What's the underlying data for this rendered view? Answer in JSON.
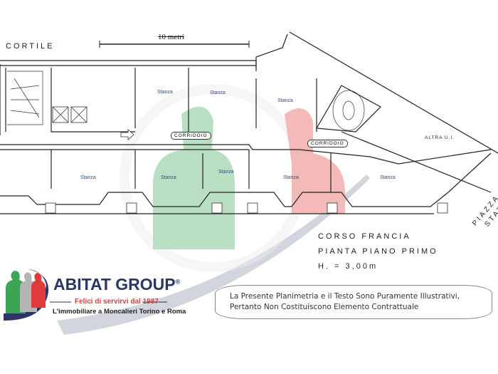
{
  "plan": {
    "scale_label": "10 metri",
    "courtyard_label": "CORTILE",
    "rooms": [
      "Stanza",
      "Stanza",
      "Stanza",
      "Stanza",
      "Stanza",
      "Stanza",
      "Stanza",
      "Stanza"
    ],
    "corridors": [
      "CORRIDOIO",
      "CORRIDOIO"
    ],
    "other_unit": "ALTRA U.I.",
    "street": "CORSO FRANCIA",
    "square": [
      "PIAZZA",
      "STATUTO"
    ],
    "floor": "PIANTA PIANO PRIMO",
    "height": "H. = 3,00m"
  },
  "disclaimer": {
    "line1": "La Presente Planimetria e il Testo Sono Puramente Illustrativi,",
    "line2": "Pertanto Non Costituiscono Elemento Contrattuale"
  },
  "logo": {
    "name": "ABITAT GROUP",
    "registered": "®",
    "tagline": "Felici di servirvi dal 1987",
    "subtitle": "L'immobiliare a Moncalieri Torino e Roma",
    "colors": {
      "green": "#3aa655",
      "gray": "#b5b5b5",
      "red": "#e03a3a",
      "navy": "#2b3566"
    }
  }
}
